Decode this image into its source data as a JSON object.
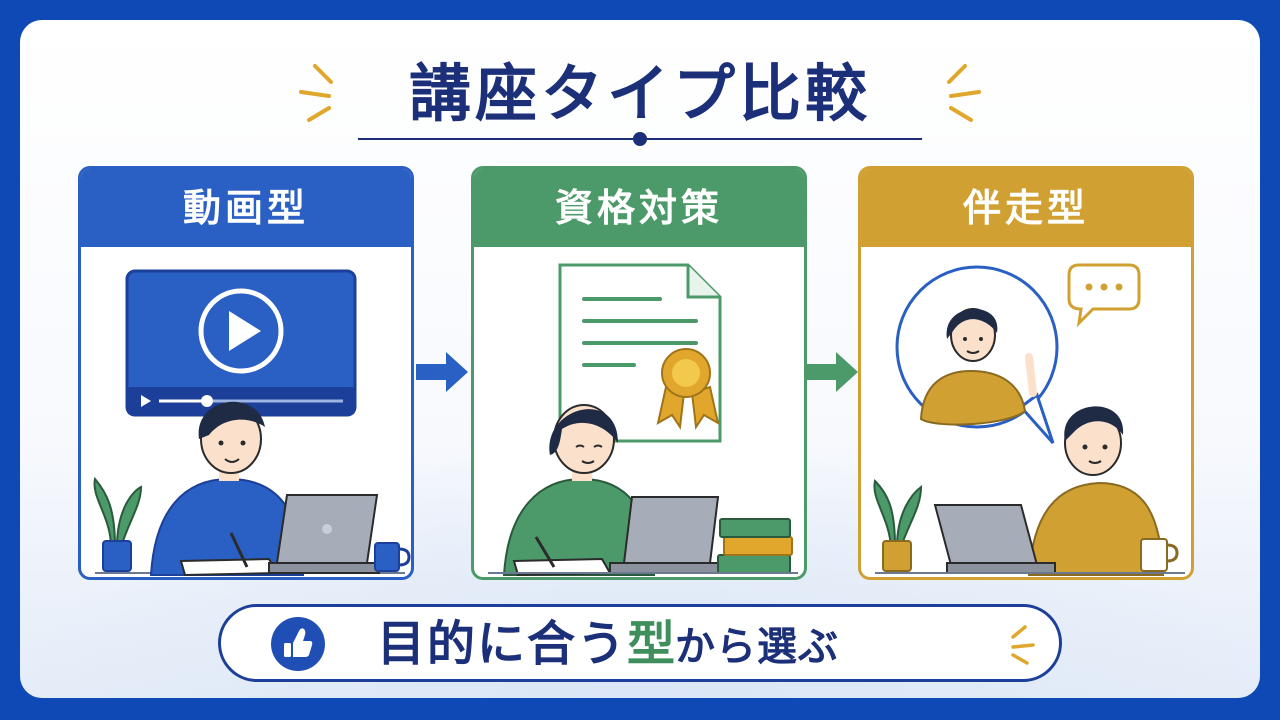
{
  "title": "講座タイプ比較",
  "cards": [
    {
      "label": "動画型",
      "color": "#2a5fc4"
    },
    {
      "label": "資格対策",
      "color": "#4c9a6a"
    },
    {
      "label": "伴走型",
      "color": "#d0a132"
    }
  ],
  "footer": {
    "part1": "目的に合う",
    "part2": "型",
    "part3": "から選ぶ"
  },
  "icons": [
    "thumbs-up-icon",
    "play-icon",
    "certificate-icon",
    "ribbon-icon",
    "speech-bubble-icon"
  ]
}
